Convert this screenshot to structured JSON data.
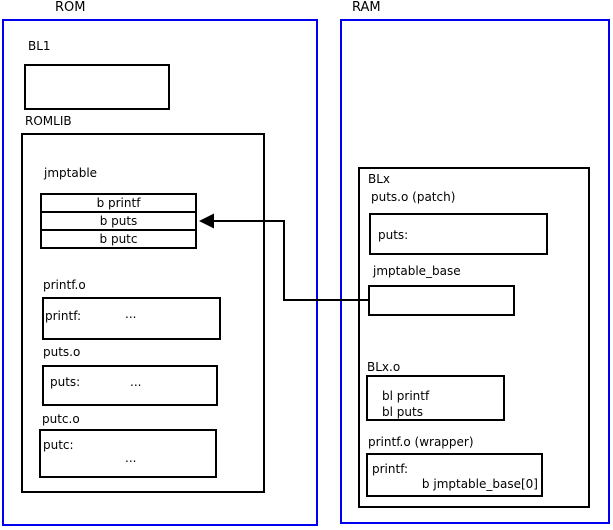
{
  "colors": {
    "frame": "#0000f0",
    "line": "#000000",
    "bg": "#ffffff",
    "text": "#000000"
  },
  "rom": {
    "title": "ROM",
    "bl1": {
      "label": "BL1"
    },
    "romlib": {
      "label": "ROMLIB",
      "jmptable": {
        "label": "jmptable",
        "entries": [
          "b printf",
          "b puts",
          "b putc"
        ]
      },
      "objects": [
        {
          "label": "printf.o",
          "symbol": "printf:",
          "ellipsis": "..."
        },
        {
          "label": "puts.o",
          "symbol": "puts:",
          "ellipsis": "..."
        },
        {
          "label": "putc.o",
          "symbol": "putc:",
          "ellipsis": "..."
        }
      ]
    }
  },
  "ram": {
    "title": "RAM",
    "blx": {
      "label": "BLx",
      "puts_patch": {
        "label": "puts.o (patch)",
        "symbol": "puts:"
      },
      "jmptable_base": {
        "label": "jmptable_base"
      },
      "blx_o": {
        "label": "BLx.o",
        "instructions": [
          "bl printf",
          "bl puts"
        ]
      },
      "printf_wrapper": {
        "label": "printf.o (wrapper)",
        "symbol": "printf:",
        "instruction": "b jmptable_base[0]"
      }
    }
  }
}
